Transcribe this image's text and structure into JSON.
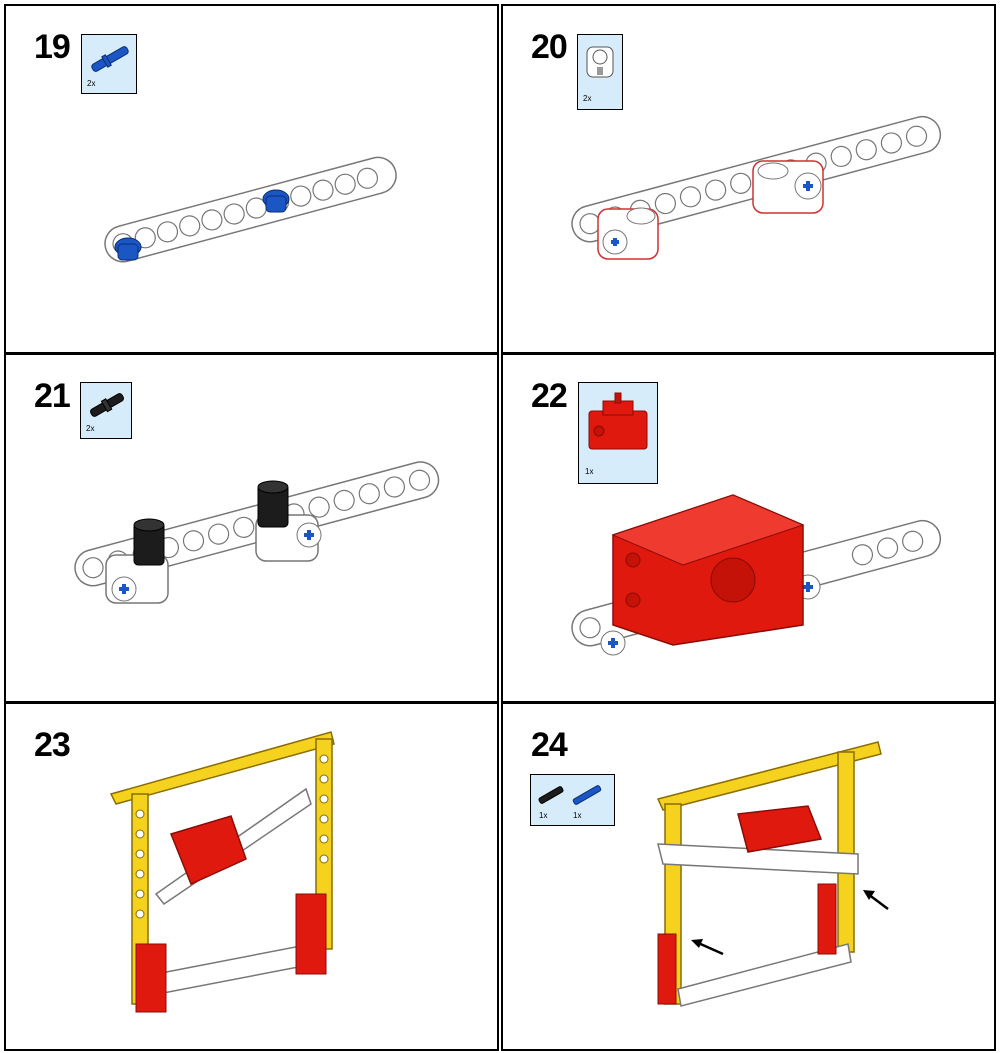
{
  "steps": [
    {
      "number": "19",
      "parts": [
        {
          "icon": "blue-axle-pin-icon",
          "qty": "2x"
        }
      ]
    },
    {
      "number": "20",
      "parts": [
        {
          "icon": "white-pin-connector-icon",
          "qty": "2x"
        }
      ]
    },
    {
      "number": "21",
      "parts": [
        {
          "icon": "black-friction-pin-icon",
          "qty": "2x"
        }
      ]
    },
    {
      "number": "22",
      "parts": [
        {
          "icon": "red-servo-motor-icon",
          "qty": "1x"
        }
      ]
    },
    {
      "number": "23",
      "parts": []
    },
    {
      "number": "24",
      "parts": [
        {
          "icon": "black-friction-pin-icon",
          "qty": "1x"
        },
        {
          "icon": "blue-axle-pin-icon",
          "qty": "1x"
        }
      ]
    }
  ],
  "colors": {
    "border": "#000000",
    "parts_box": "#d6ecfb",
    "beam_white": "#ffffff",
    "beam_yellow": "#f5d21e",
    "brick_red": "#e0190f",
    "pin_blue": "#1a56c4",
    "pin_black": "#1c1c1c"
  }
}
